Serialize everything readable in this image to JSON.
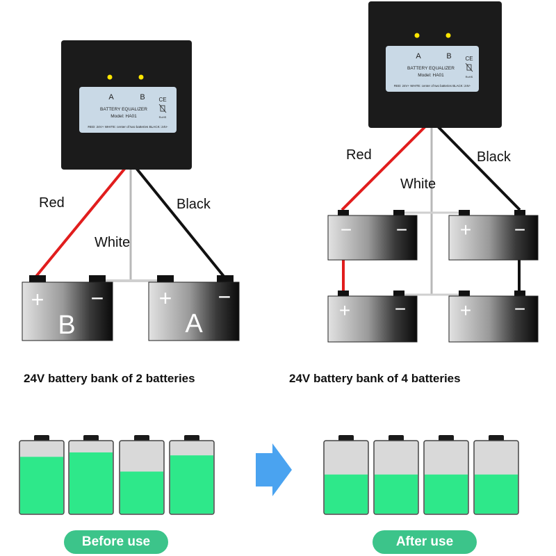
{
  "equalizer_label": {
    "channel_a": "A",
    "channel_b": "B",
    "title": "BATTERY EQUALIZER",
    "model": "Model: HA01",
    "ce_mark": "CE",
    "wiring_note": "RED: 24V+ WHITE: center of two batteries BLACK: 24V-",
    "rohs": "RoHS"
  },
  "wires": {
    "red": "Red",
    "white": "White",
    "black": "Black"
  },
  "terminals": {
    "plus": "+",
    "minus": "−"
  },
  "left_diagram": {
    "battery_left_letter": "B",
    "battery_right_letter": "A",
    "caption": "24V battery bank of 2 batteries"
  },
  "right_diagram": {
    "caption": "24V battery bank of 4 batteries"
  },
  "charge_levels": {
    "before": [
      0.78,
      0.84,
      0.58,
      0.8
    ],
    "after": [
      0.54,
      0.54,
      0.54,
      0.54
    ]
  },
  "buttons": {
    "before": "Before use",
    "after": "After use"
  },
  "colors": {
    "red_wire": "#e11d1d",
    "black_wire": "#111111",
    "white_wire": "#b8b8b8",
    "charge": "#2ee88a",
    "pill": "#3cc48a",
    "arrow": "#4aa3f0",
    "led": "#ffe600"
  }
}
